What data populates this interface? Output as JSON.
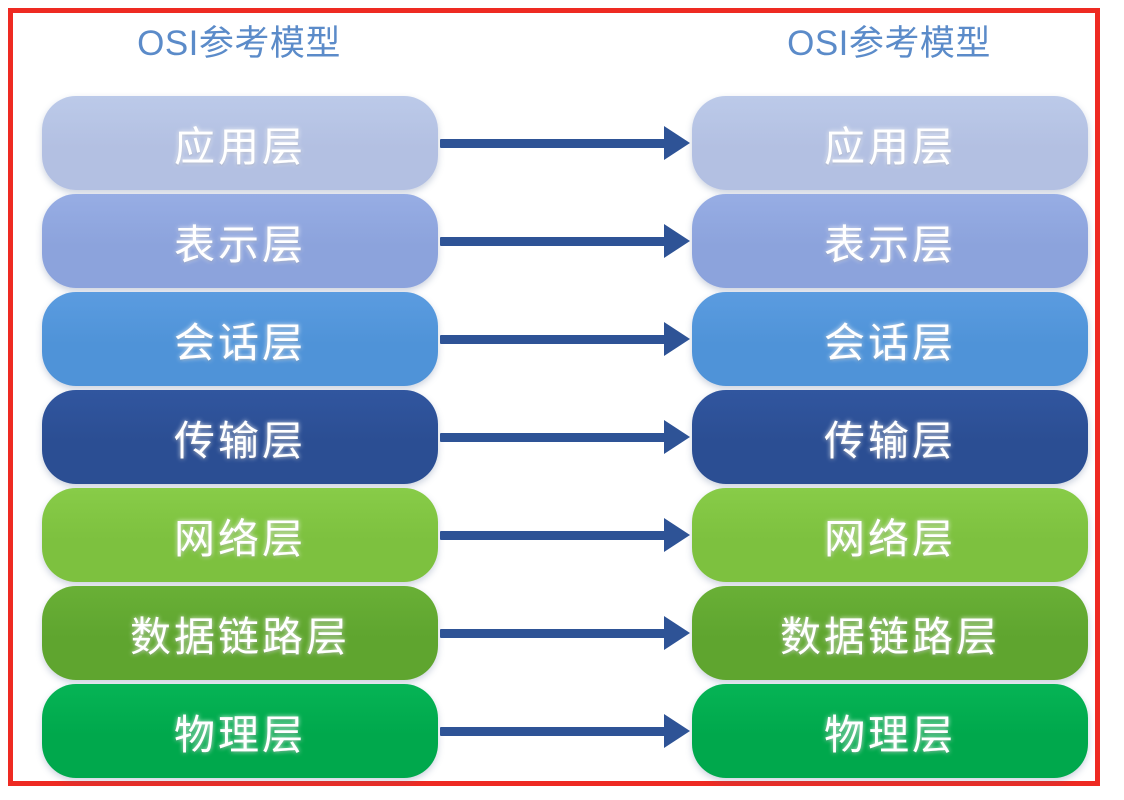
{
  "frame": {
    "border_color": "#ee2a22",
    "background": "#ffffff"
  },
  "columns": [
    {
      "id": "left",
      "title": "OSI参考模型",
      "title_color": "#5b8bc9"
    },
    {
      "id": "right",
      "title": "OSI参考模型",
      "title_color": "#5b8bc9"
    }
  ],
  "layers": [
    {
      "index": 7,
      "label": "应用层",
      "color": "#b3c0e2",
      "color_end": "#bccae9",
      "text_color": "#ffffff"
    },
    {
      "index": 6,
      "label": "表示层",
      "color": "#8ca3dc",
      "color_end": "#97ade4",
      "text_color": "#ffffff"
    },
    {
      "index": 5,
      "label": "会话层",
      "color": "#4f93d8",
      "color_end": "#5b9ce0",
      "text_color": "#ffffff"
    },
    {
      "index": 4,
      "label": "传输层",
      "color": "#2b4e93",
      "color_end": "#31569f",
      "text_color": "#ffffff"
    },
    {
      "index": 3,
      "label": "网络层",
      "color": "#7dc13f",
      "color_end": "#88cc48",
      "text_color": "#ffffff"
    },
    {
      "index": 2,
      "label": "数据链路层",
      "color": "#5fa52f",
      "color_end": "#69b036",
      "text_color": "#ffffff"
    },
    {
      "index": 1,
      "label": "物理层",
      "color": "#00a84c",
      "color_end": "#06b455",
      "text_color": "#ffffff"
    }
  ],
  "arrows": {
    "color": "#2e5396",
    "direction": "left-to-right",
    "count": 7
  },
  "diagram_title": "OSI参考模型"
}
